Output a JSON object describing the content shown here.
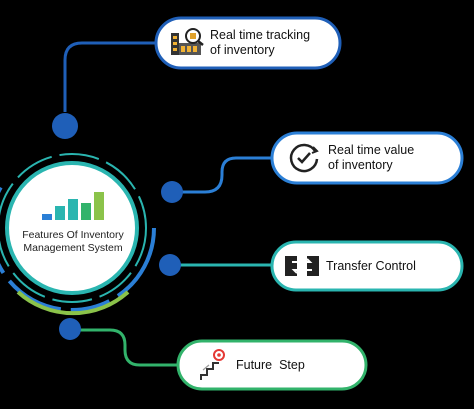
{
  "center": {
    "title_line1": "Features Of Inventory",
    "title_line2": "Management System"
  },
  "features": [
    {
      "line1": "Real time tracking",
      "line2": "of inventory",
      "icon": "warehouse-search-icon"
    },
    {
      "line1": "Real time value",
      "line2": "of inventory",
      "icon": "clock-check-icon"
    },
    {
      "line1": "Transfer Control",
      "line2": "",
      "icon": "transfer-arrows-icon"
    },
    {
      "line1": "Future  Step",
      "line2": "",
      "icon": "stairs-target-icon"
    }
  ],
  "colors": {
    "background": "#000000",
    "blue": "#1f5fb8",
    "light_blue": "#2b7fd6",
    "teal": "#2ab5b0",
    "green": "#32b36b",
    "lime": "#8bc34a",
    "pill": "#ffffff"
  }
}
